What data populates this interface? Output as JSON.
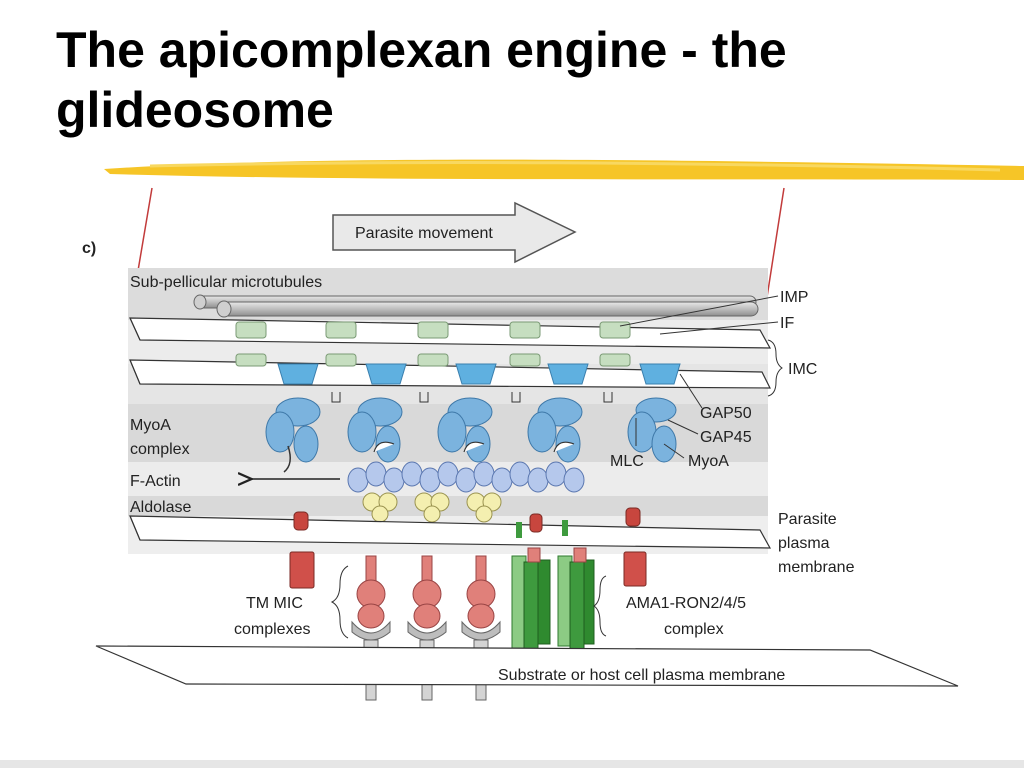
{
  "slide": {
    "title_line1": "The apicomplexan engine - the",
    "title_line2": "glideosome",
    "accent_color": "#F5C21B"
  },
  "diagram": {
    "panel_label": "c)",
    "arrow_label": "Parasite movement",
    "labels": {
      "microtubules": "Sub-pellicular microtubules",
      "imp": "IMP",
      "if": "IF",
      "imc": "IMC",
      "myoa_complex_1": "MyoA",
      "myoa_complex_2": "complex",
      "gap50": "GAP50",
      "gap45": "GAP45",
      "mlc": "MLC",
      "myoa": "MyoA",
      "factin": "F-Actin",
      "aldolase": "Aldolase",
      "ppm_1": "Parasite",
      "ppm_2": "plasma",
      "ppm_3": "membrane",
      "tm_mic_1": "TM MIC",
      "tm_mic_2": "complexes",
      "ama1_1": "AMA1-RON2/4/5",
      "ama1_2": "complex",
      "substrate": "Substrate or host cell plasma membrane"
    },
    "colors": {
      "myosin": "#7BB3DE",
      "gap50": "#5FB0E0",
      "imp": "#C6DEC0",
      "actin": "#B5C8EC",
      "aldolase": "#F4EFB0",
      "mic": "#E0807A",
      "mic_dark": "#C8463E",
      "ama1": "#3E9A3E",
      "ama1_light": "#8CCB84",
      "host_receptor": "#BDBDBD",
      "band": "#DCDCDC"
    }
  }
}
